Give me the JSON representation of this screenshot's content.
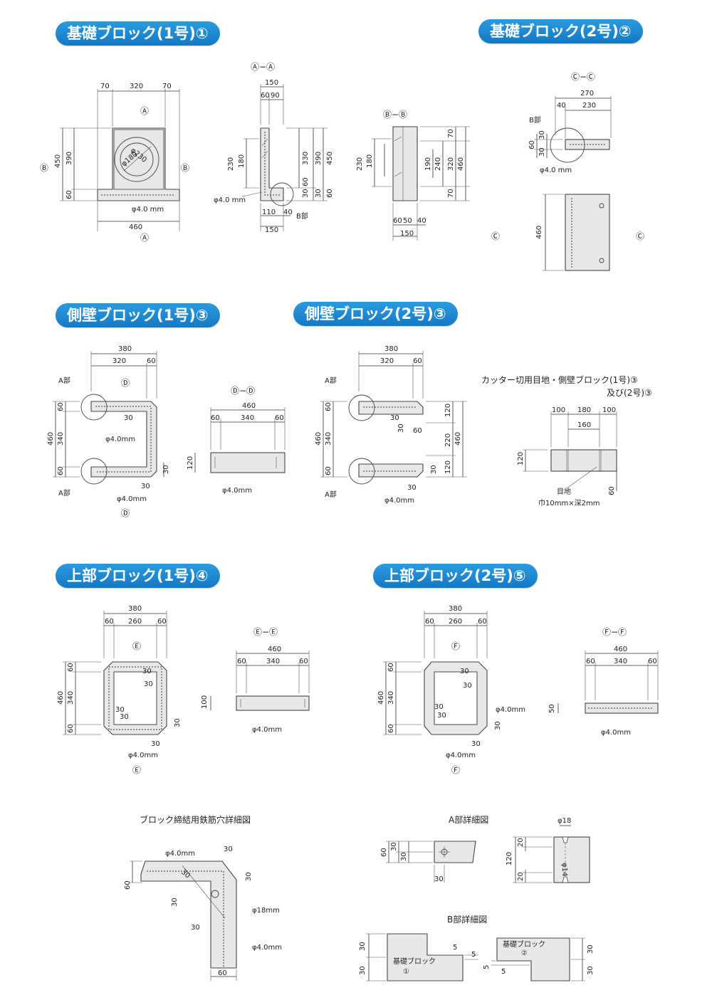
{
  "badges": {
    "b1": "基礎ブロック(1号)①",
    "b2": "基礎ブロック(2号)②",
    "b3": "側壁ブロック(1号)③",
    "b4": "側壁ブロック(2号)③",
    "b5": "上部ブロック(1号)④",
    "b6": "上部ブロック(2号)⑤"
  },
  "sections": {
    "aa": "Ⓐ−Ⓐ",
    "bb": "Ⓑ−Ⓑ",
    "cc": "Ⓒ−Ⓒ",
    "dd": "Ⓓ−Ⓓ",
    "ee": "Ⓔ−Ⓔ",
    "ff": "Ⓕ−Ⓕ"
  },
  "marks": {
    "A": "Ⓐ",
    "B": "Ⓑ",
    "C": "Ⓒ",
    "D": "Ⓓ",
    "E": "Ⓔ",
    "F": "Ⓕ"
  },
  "labels": {
    "rebar": "φ4.0 mm",
    "rebar2": "φ4.0mm",
    "b_part": "B部",
    "a_part": "A部",
    "hole180": "φ180",
    "hole230": "φ230",
    "cutter_title1": "カッター切用目地・側壁ブロック(1号)③",
    "cutter_title2": "及び(2号)③",
    "joint": "目地",
    "joint_size": "巾10mm×深2mm",
    "rebar_hole_title": "ブロック締結用鉄筋穴詳細図",
    "phi18mm": "φ18mm",
    "a_detail_title": "A部詳細図",
    "phi18": "φ18",
    "phi14": "φ14",
    "b_detail_title": "B部詳細図",
    "kiso1": "基礎ブロック",
    "kiso1_no": "①",
    "kiso2": "基礎ブロック",
    "kiso2_no": "②"
  },
  "dims": {
    "d70": "70",
    "d320": "320",
    "d460": "460",
    "d450": "450",
    "d390": "390",
    "d60": "60",
    "d150": "150",
    "d90": "90",
    "d230": "230",
    "d180": "180",
    "d330": "330",
    "d30": "30",
    "d110": "110",
    "d40": "40",
    "d50": "50",
    "d190": "190",
    "d240": "240",
    "d270": "270",
    "d380": "380",
    "d340": "340",
    "d120": "120",
    "d220": "220",
    "d100": "100",
    "d160": "160",
    "d260": "260",
    "d20": "20",
    "d5": "5"
  }
}
